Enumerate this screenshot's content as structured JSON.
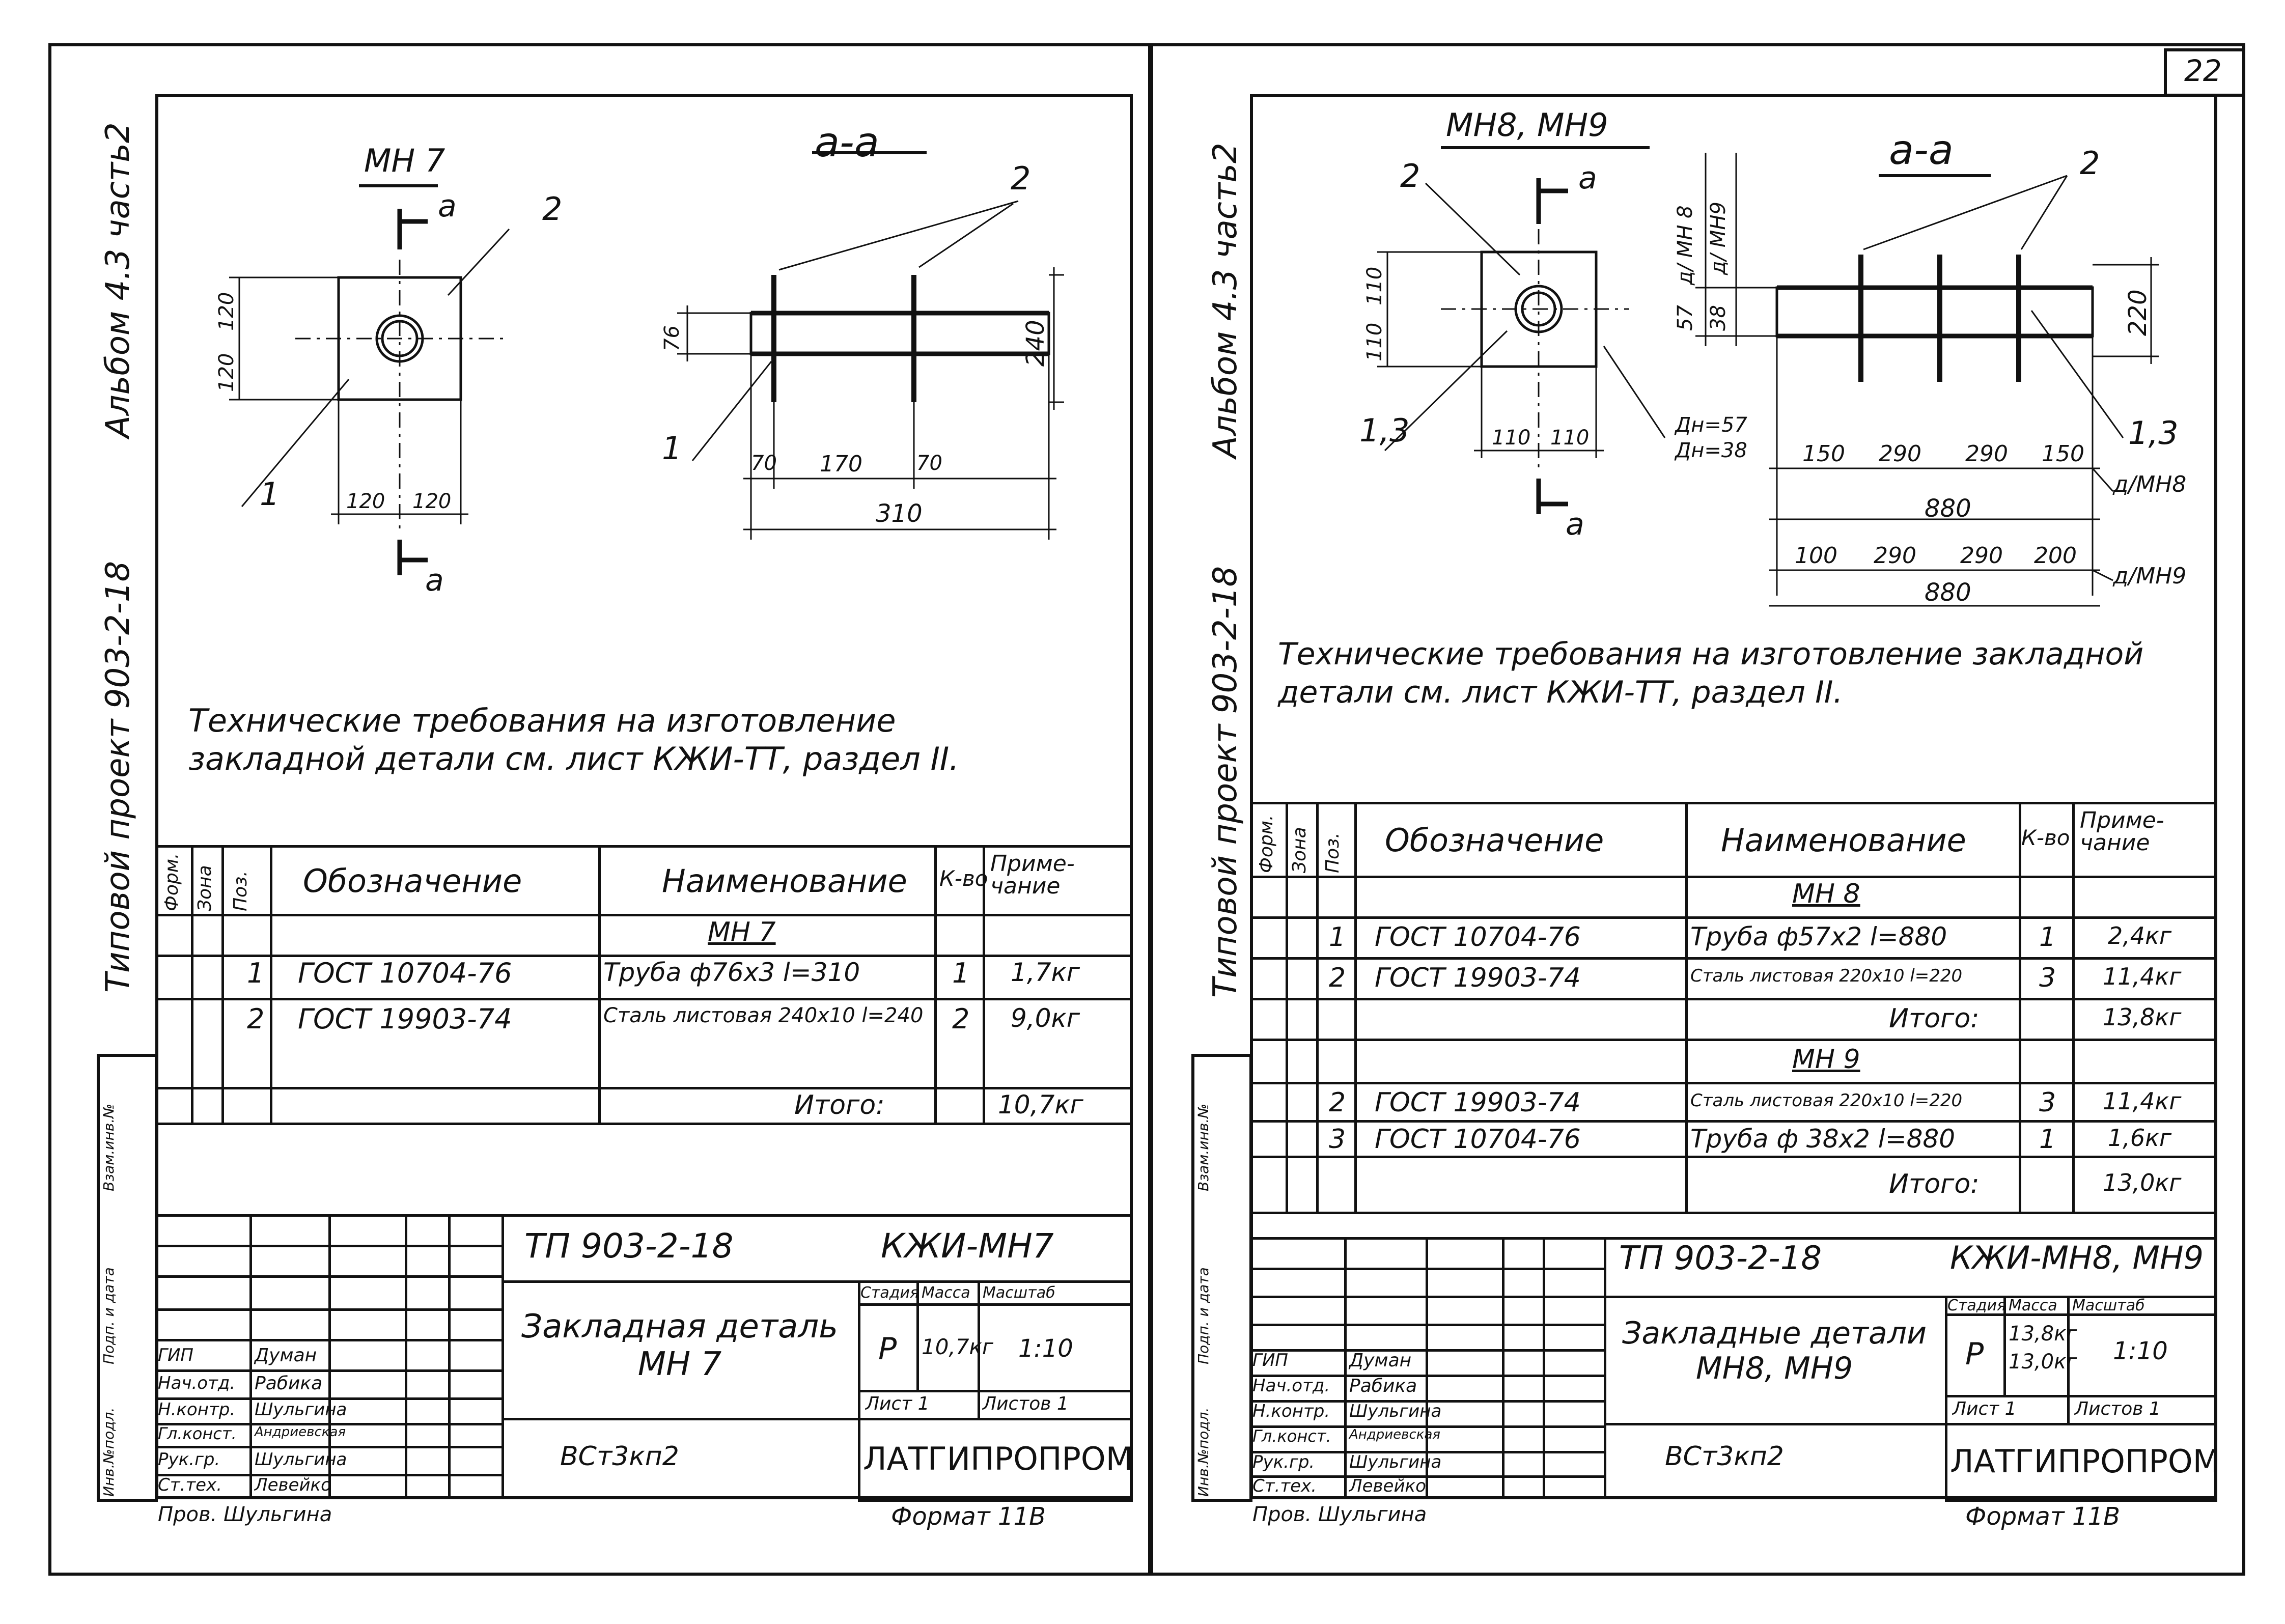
{
  "page_number": "22",
  "sheets": [
    {
      "side_text": {
        "album": "Альбом 4.3 часть2",
        "project": "Типовой проект 903-2-18"
      },
      "stamp_side_labels": [
        "Инв.№подл.",
        "Подп. и дата",
        "Взам.инв.№"
      ],
      "view_title": "МН 7",
      "section_title": "а-а",
      "section_marks": [
        "а",
        "а"
      ],
      "pos_labels": {
        "p1": "1",
        "p2": "2",
        "p1b": "1",
        "p2b": "2"
      },
      "dims": {
        "d120a": "120",
        "d120b": "120",
        "d120c": "120",
        "d120d": "120",
        "d76": "76",
        "d240": "240",
        "d70a": "70",
        "d170": "170",
        "d70b": "70",
        "d310": "310"
      },
      "note_line1": "Технические требования на изготовление",
      "note_line2": "закладной детали см. лист КЖИ-ТТ, раздел II.",
      "spec_headers": {
        "form": "Форм.",
        "zone": "Зона",
        "pos": "Поз.",
        "designation": "Обозначение",
        "name": "Наименование",
        "qty": "К-во",
        "note": "Приме-чание"
      },
      "group_title": "МН 7",
      "rows": [
        {
          "pos": "1",
          "designation": "ГОСТ 10704-76",
          "name": "Труба ф76х3 l=310",
          "qty": "1",
          "note": "1,7кг"
        },
        {
          "pos": "2",
          "designation": "ГОСТ 19903-74",
          "name": "Сталь листовая 240х10 l=240",
          "qty": "2",
          "note": "9,0кг"
        }
      ],
      "total_label": "Итого:",
      "total_value": "10,7кг",
      "title_block": {
        "doc_code": "ТП 903-2-18",
        "sheet_code": "КЖИ-МН7",
        "title": "Закладная деталь МН 7",
        "stage_label": "Стадия",
        "mass_label": "Масса",
        "scale_label": "Масштаб",
        "stage": "Р",
        "mass": "10,7кг",
        "scale": "1:10",
        "sheet_label": "Лист 1",
        "sheets_label": "Листов 1",
        "material": "ВСт3кп2",
        "org": "ЛАТГИПРОПРОМ",
        "roles": [
          "ГИП",
          "Нач.отд.",
          "Н.контр.",
          "Гл.конст.",
          "Рук.гр.",
          "Ст.тех."
        ],
        "people": [
          "Думан",
          "Рабика",
          "Шульгина",
          "Андриевская",
          "Шульгина",
          "Левейко"
        ],
        "checked_by": "Пров. Шульгина",
        "format": "Формат 11В"
      }
    },
    {
      "side_text": {
        "album": "Альбом 4.3 часть2",
        "project": "Типовой проект 903-2-18"
      },
      "stamp_side_labels": [
        "Инв.№подл.",
        "Подп. и дата",
        "Взам.инв.№"
      ],
      "view_title": "МН8, МН9",
      "section_title": "а-а",
      "section_marks": [
        "а",
        "а"
      ],
      "pos_labels": {
        "p2a": "2",
        "p13a": "1,3",
        "p2b": "2",
        "p13b": "1,3"
      },
      "dims": {
        "d110a": "110",
        "d110b": "110",
        "d110c": "110",
        "d110d": "110",
        "dn57": "Дн=57",
        "dn38": "Дн=38",
        "d57": "57",
        "d38": "38",
        "mh8v": "д/ МН 8",
        "mh9v": "д/ МН9",
        "d220": "220",
        "r1": [
          "150",
          "290",
          "290",
          "150"
        ],
        "r1total": "880",
        "r1tag": "д/МН8",
        "r2": [
          "100",
          "290",
          "290",
          "200"
        ],
        "r2total": "880",
        "r2tag": "д/МН9"
      },
      "note_line1": "Технические требования на изготовление закладной",
      "note_line2": "детали см. лист КЖИ-ТТ, раздел II.",
      "spec_headers": {
        "form": "Форм.",
        "zone": "Зона",
        "pos": "Поз.",
        "designation": "Обозначение",
        "name": "Наименование",
        "qty": "К-во",
        "note": "Приме-чание"
      },
      "groups": [
        {
          "title": "МН 8",
          "rows": [
            {
              "pos": "1",
              "designation": "ГОСТ 10704-76",
              "name": "Труба ф57х2 l=880",
              "qty": "1",
              "note": "2,4кг"
            },
            {
              "pos": "2",
              "designation": "ГОСТ 19903-74",
              "name": "Сталь листовая 220х10 l=220",
              "qty": "3",
              "note": "11,4кг"
            }
          ],
          "total_label": "Итого:",
          "total_value": "13,8кг"
        },
        {
          "title": "МН 9",
          "rows": [
            {
              "pos": "2",
              "designation": "ГОСТ 19903-74",
              "name": "Сталь листовая 220х10 l=220",
              "qty": "3",
              "note": "11,4кг"
            },
            {
              "pos": "3",
              "designation": "ГОСТ 10704-76",
              "name": "Труба ф 38х2 l=880",
              "qty": "1",
              "note": "1,6кг"
            }
          ],
          "total_label": "Итого:",
          "total_value": "13,0кг"
        }
      ],
      "title_block": {
        "doc_code": "ТП 903-2-18",
        "sheet_code": "КЖИ-МН8, МН9",
        "title": "Закладные детали МН8, МН9",
        "stage_label": "Стадия",
        "mass_label": "Масса",
        "scale_label": "Масштаб",
        "stage": "Р",
        "mass1": "13,8кг",
        "mass2": "13,0кг",
        "scale": "1:10",
        "sheet_label": "Лист 1",
        "sheets_label": "Листов 1",
        "material": "ВСт3кп2",
        "org": "ЛАТГИПРОПРОМ",
        "roles": [
          "ГИП",
          "Нач.отд.",
          "Н.контр.",
          "Гл.конст.",
          "Рук.гр.",
          "Ст.тех."
        ],
        "people": [
          "Думан",
          "Рабика",
          "Шульгина",
          "Андриевская",
          "Шульгина",
          "Левейко"
        ],
        "checked_by": "Пров. Шульгина",
        "format": "Формат 11В"
      }
    }
  ]
}
